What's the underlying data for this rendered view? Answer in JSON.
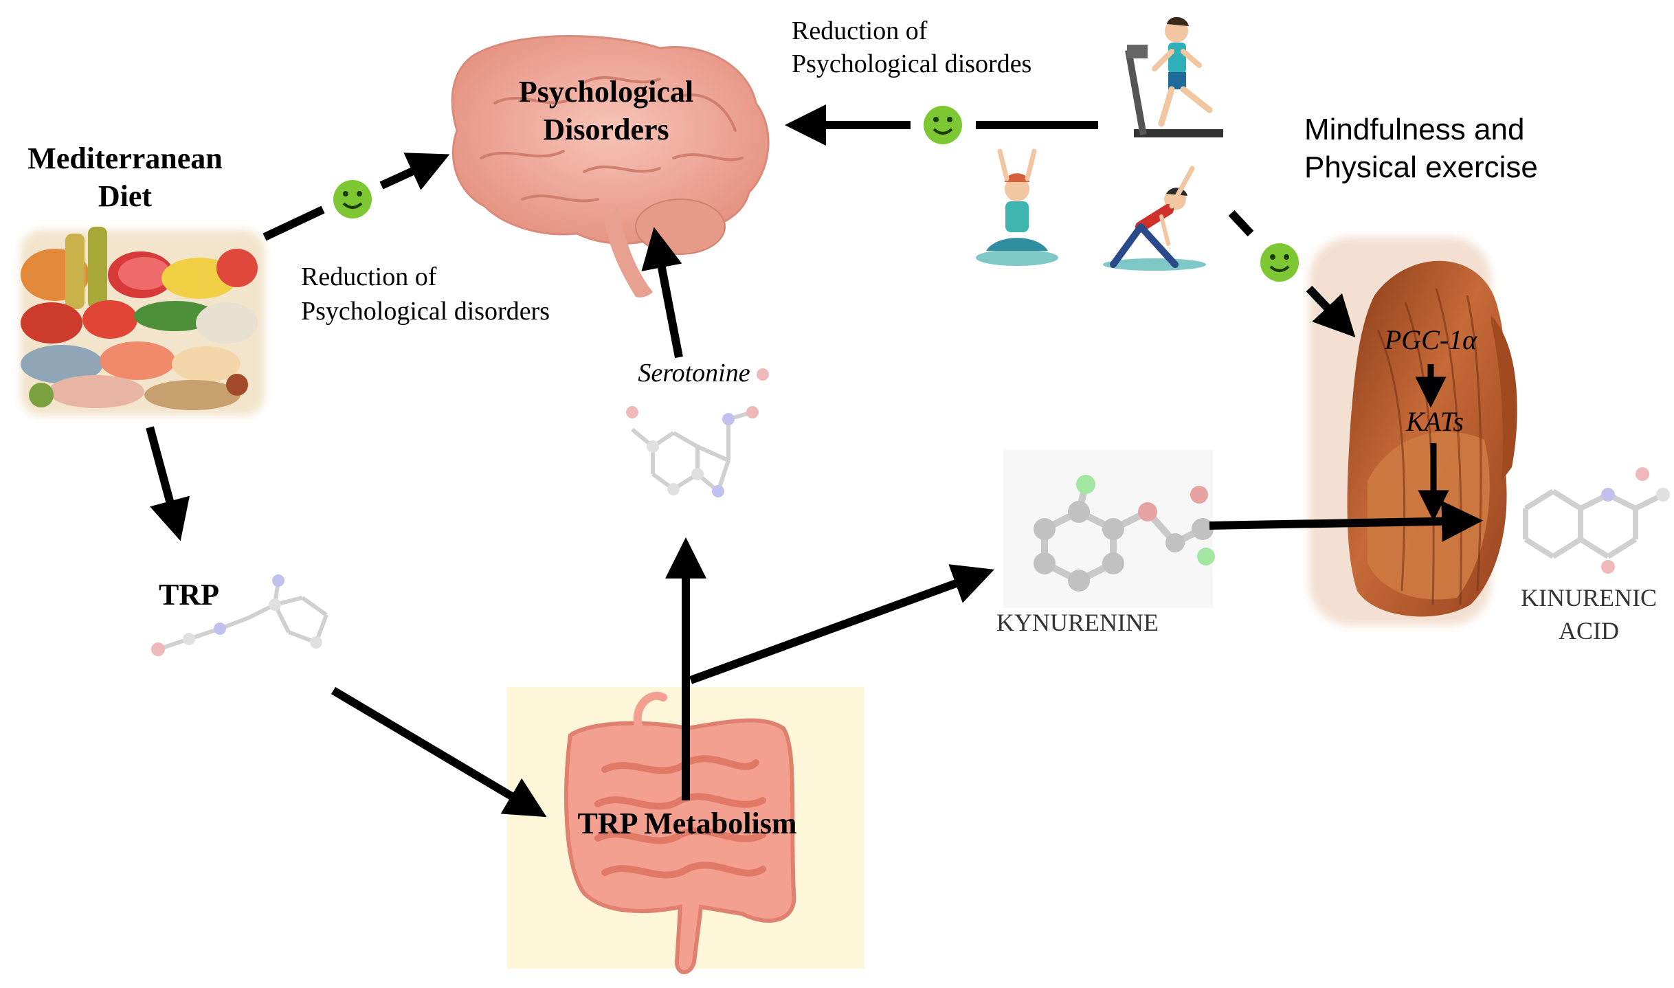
{
  "labels": {
    "brain_title_line1": "Psychological",
    "brain_title_line2": "Disorders",
    "diet_title_line1": "Mediterranean",
    "diet_title_line2": "Diet",
    "reduction_left_line1": "Reduction of",
    "reduction_left_line2": "Psychological disorders",
    "reduction_top_line1": "Reduction of",
    "reduction_top_line2": "Psychological disordes",
    "mindfulness_line1": "Mindfulness and",
    "mindfulness_line2": "Physical exercise",
    "serotonine": "Serotonine",
    "trp": "TRP",
    "trp_metabolism": "TRP Metabolism",
    "kynurenine": "KYNURENINE",
    "pgc1a": "PGC-1α",
    "kats": "KATs",
    "kinurenic_line1": "KINURENIC",
    "kinurenic_line2": "ACID"
  },
  "colors": {
    "arrow": "#000000",
    "smiley": "#7dc832",
    "brain": "#f0a89a",
    "muscle": "#b65a2e",
    "intestine": "#f08b78",
    "intestine_bg": "#fdf6d8"
  },
  "icons": [
    "brain-icon",
    "food-icon",
    "treadmill-icon",
    "yoga-icon",
    "stretching-icon",
    "muscle-icon",
    "intestine-icon",
    "smiley-icon",
    "molecule-icon"
  ]
}
